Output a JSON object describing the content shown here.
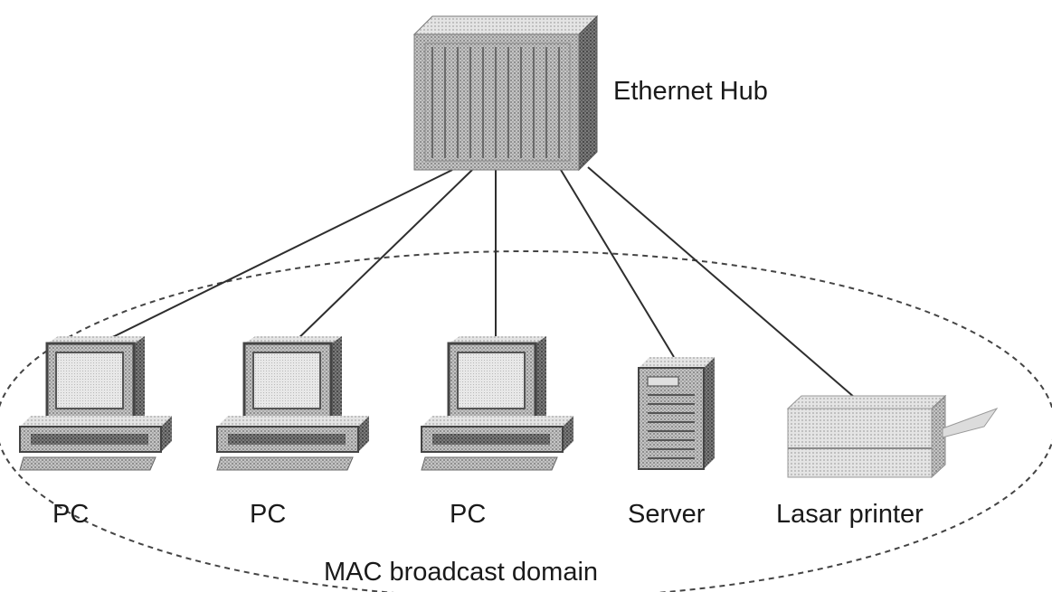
{
  "diagram": {
    "hub": {
      "label": "Ethernet Hub",
      "icon": "ethernet-hub-icon"
    },
    "devices": [
      {
        "id": "pc1",
        "label": "PC",
        "icon": "pc-icon"
      },
      {
        "id": "pc2",
        "label": "PC",
        "icon": "pc-icon"
      },
      {
        "id": "pc3",
        "label": "PC",
        "icon": "pc-icon"
      },
      {
        "id": "server",
        "label": "Server",
        "icon": "server-icon"
      },
      {
        "id": "printer",
        "label": "Lasar printer",
        "icon": "laser-printer-icon"
      }
    ],
    "domain_label": "MAC broadcast domain",
    "colors": {
      "line": "#333333",
      "device_gray": "#b5b5b5",
      "dark_gray": "#555555"
    }
  }
}
